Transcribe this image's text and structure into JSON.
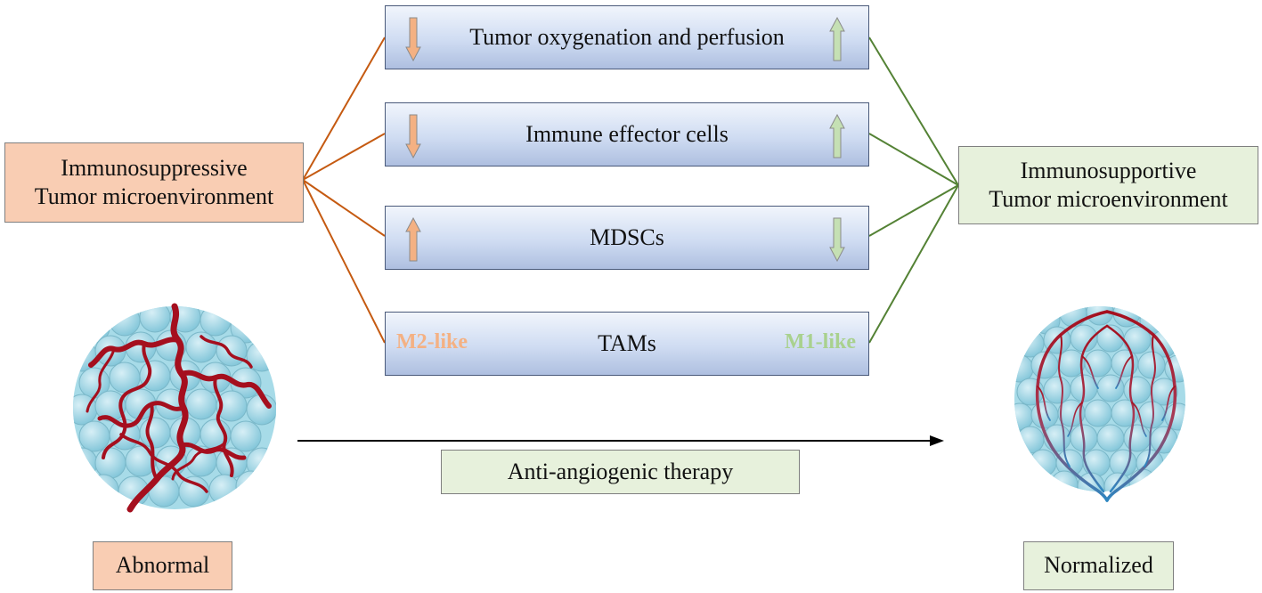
{
  "left_state": {
    "line1": "Immunosuppressive",
    "line2": "Tumor microenvironment"
  },
  "right_state": {
    "line1": "Immunosupportive",
    "line2": "Tumor microenvironment"
  },
  "factors": [
    {
      "label": "Tumor oxygenation and perfusion",
      "left": "down-arrow",
      "right": "up-arrow"
    },
    {
      "label": "Immune effector cells",
      "left": "down-arrow",
      "right": "up-arrow"
    },
    {
      "label": "MDSCs",
      "left": "up-arrow",
      "right": "down-arrow"
    },
    {
      "label": "TAMs",
      "left_text": "M2-like",
      "right_text": "M1-like"
    }
  ],
  "therapy_label": "Anti-angiogenic therapy",
  "abnormal_label": "Abnormal",
  "normalized_label": "Normalized",
  "colors": {
    "orange_box": "#f9cdb3",
    "green_box": "#e7f1dc",
    "orange_line": "#c55a11",
    "green_line": "#548235",
    "orange_arrow": "#f4b183",
    "green_arrow": "#c5e0b4",
    "vessel_red": "#a50f1e",
    "cell_blue": "#92d0e0"
  }
}
